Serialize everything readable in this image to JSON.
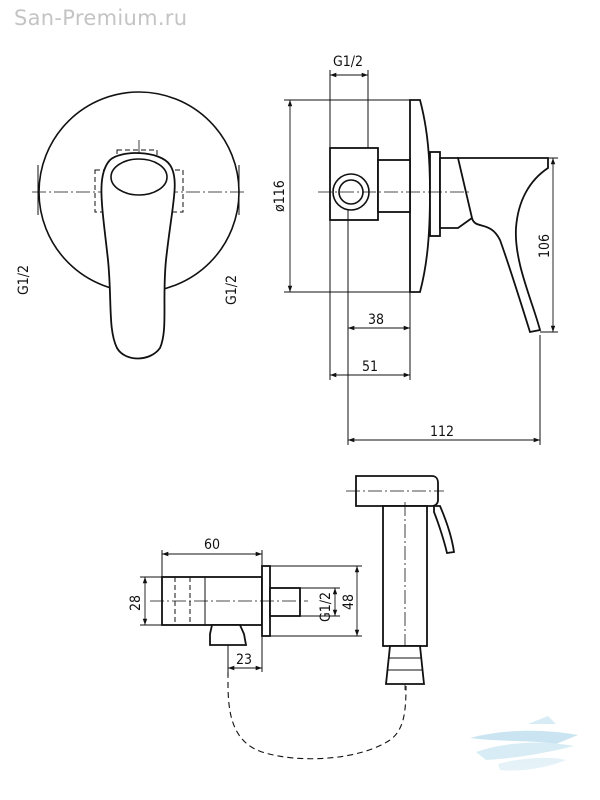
{
  "watermark": {
    "text": "San-Premium.ru"
  },
  "front_view": {
    "dims": {
      "thread_left": "G1/2",
      "thread_right": "G1/2"
    }
  },
  "side_view": {
    "dims": {
      "thread_top": "G1/2",
      "diameter": "ø116",
      "height": "106",
      "depth_38": "38",
      "depth_51": "51",
      "length_112": "112"
    }
  },
  "holder_view": {
    "dims": {
      "width_60": "60",
      "height_28": "28",
      "height_48": "48",
      "thread": "G1/2",
      "offset_23": "23"
    }
  },
  "icons": {
    "logo": "boat-wave-logo-icon"
  }
}
